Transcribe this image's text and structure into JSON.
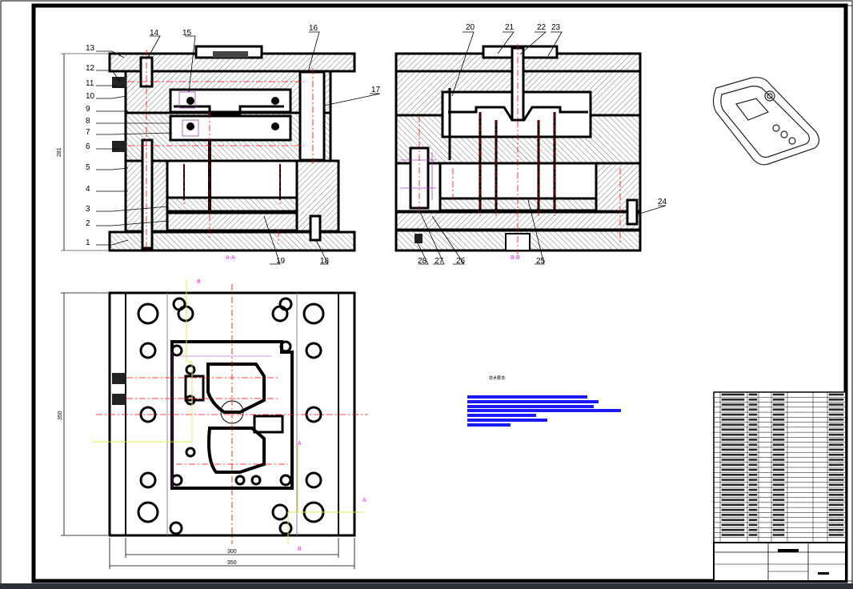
{
  "drawing": {
    "section_labels": {
      "a_a": "A-A",
      "b_b": "B-B"
    },
    "tech_requirements_title": "技术要求:",
    "part_numbers": [
      "1",
      "2",
      "3",
      "4",
      "5",
      "6",
      "7",
      "8",
      "9",
      "10",
      "11",
      "12",
      "13",
      "14",
      "15",
      "16",
      "17",
      "18",
      "19",
      "20",
      "21",
      "22",
      "23",
      "24",
      "25",
      "26",
      "27",
      "28"
    ],
    "dimensions": {
      "side_height": "281",
      "plan_height": "350",
      "inner_width": "300",
      "outer_width": "350"
    },
    "cut_markers": {
      "b": "B",
      "a": "A"
    }
  },
  "colors": {
    "ink": "#000000",
    "centerline": "#ff0000",
    "section_mark": "#e020e0",
    "highlight": "#1a1aff",
    "yellow_line": "#ffff66",
    "hatch": "#444444"
  }
}
